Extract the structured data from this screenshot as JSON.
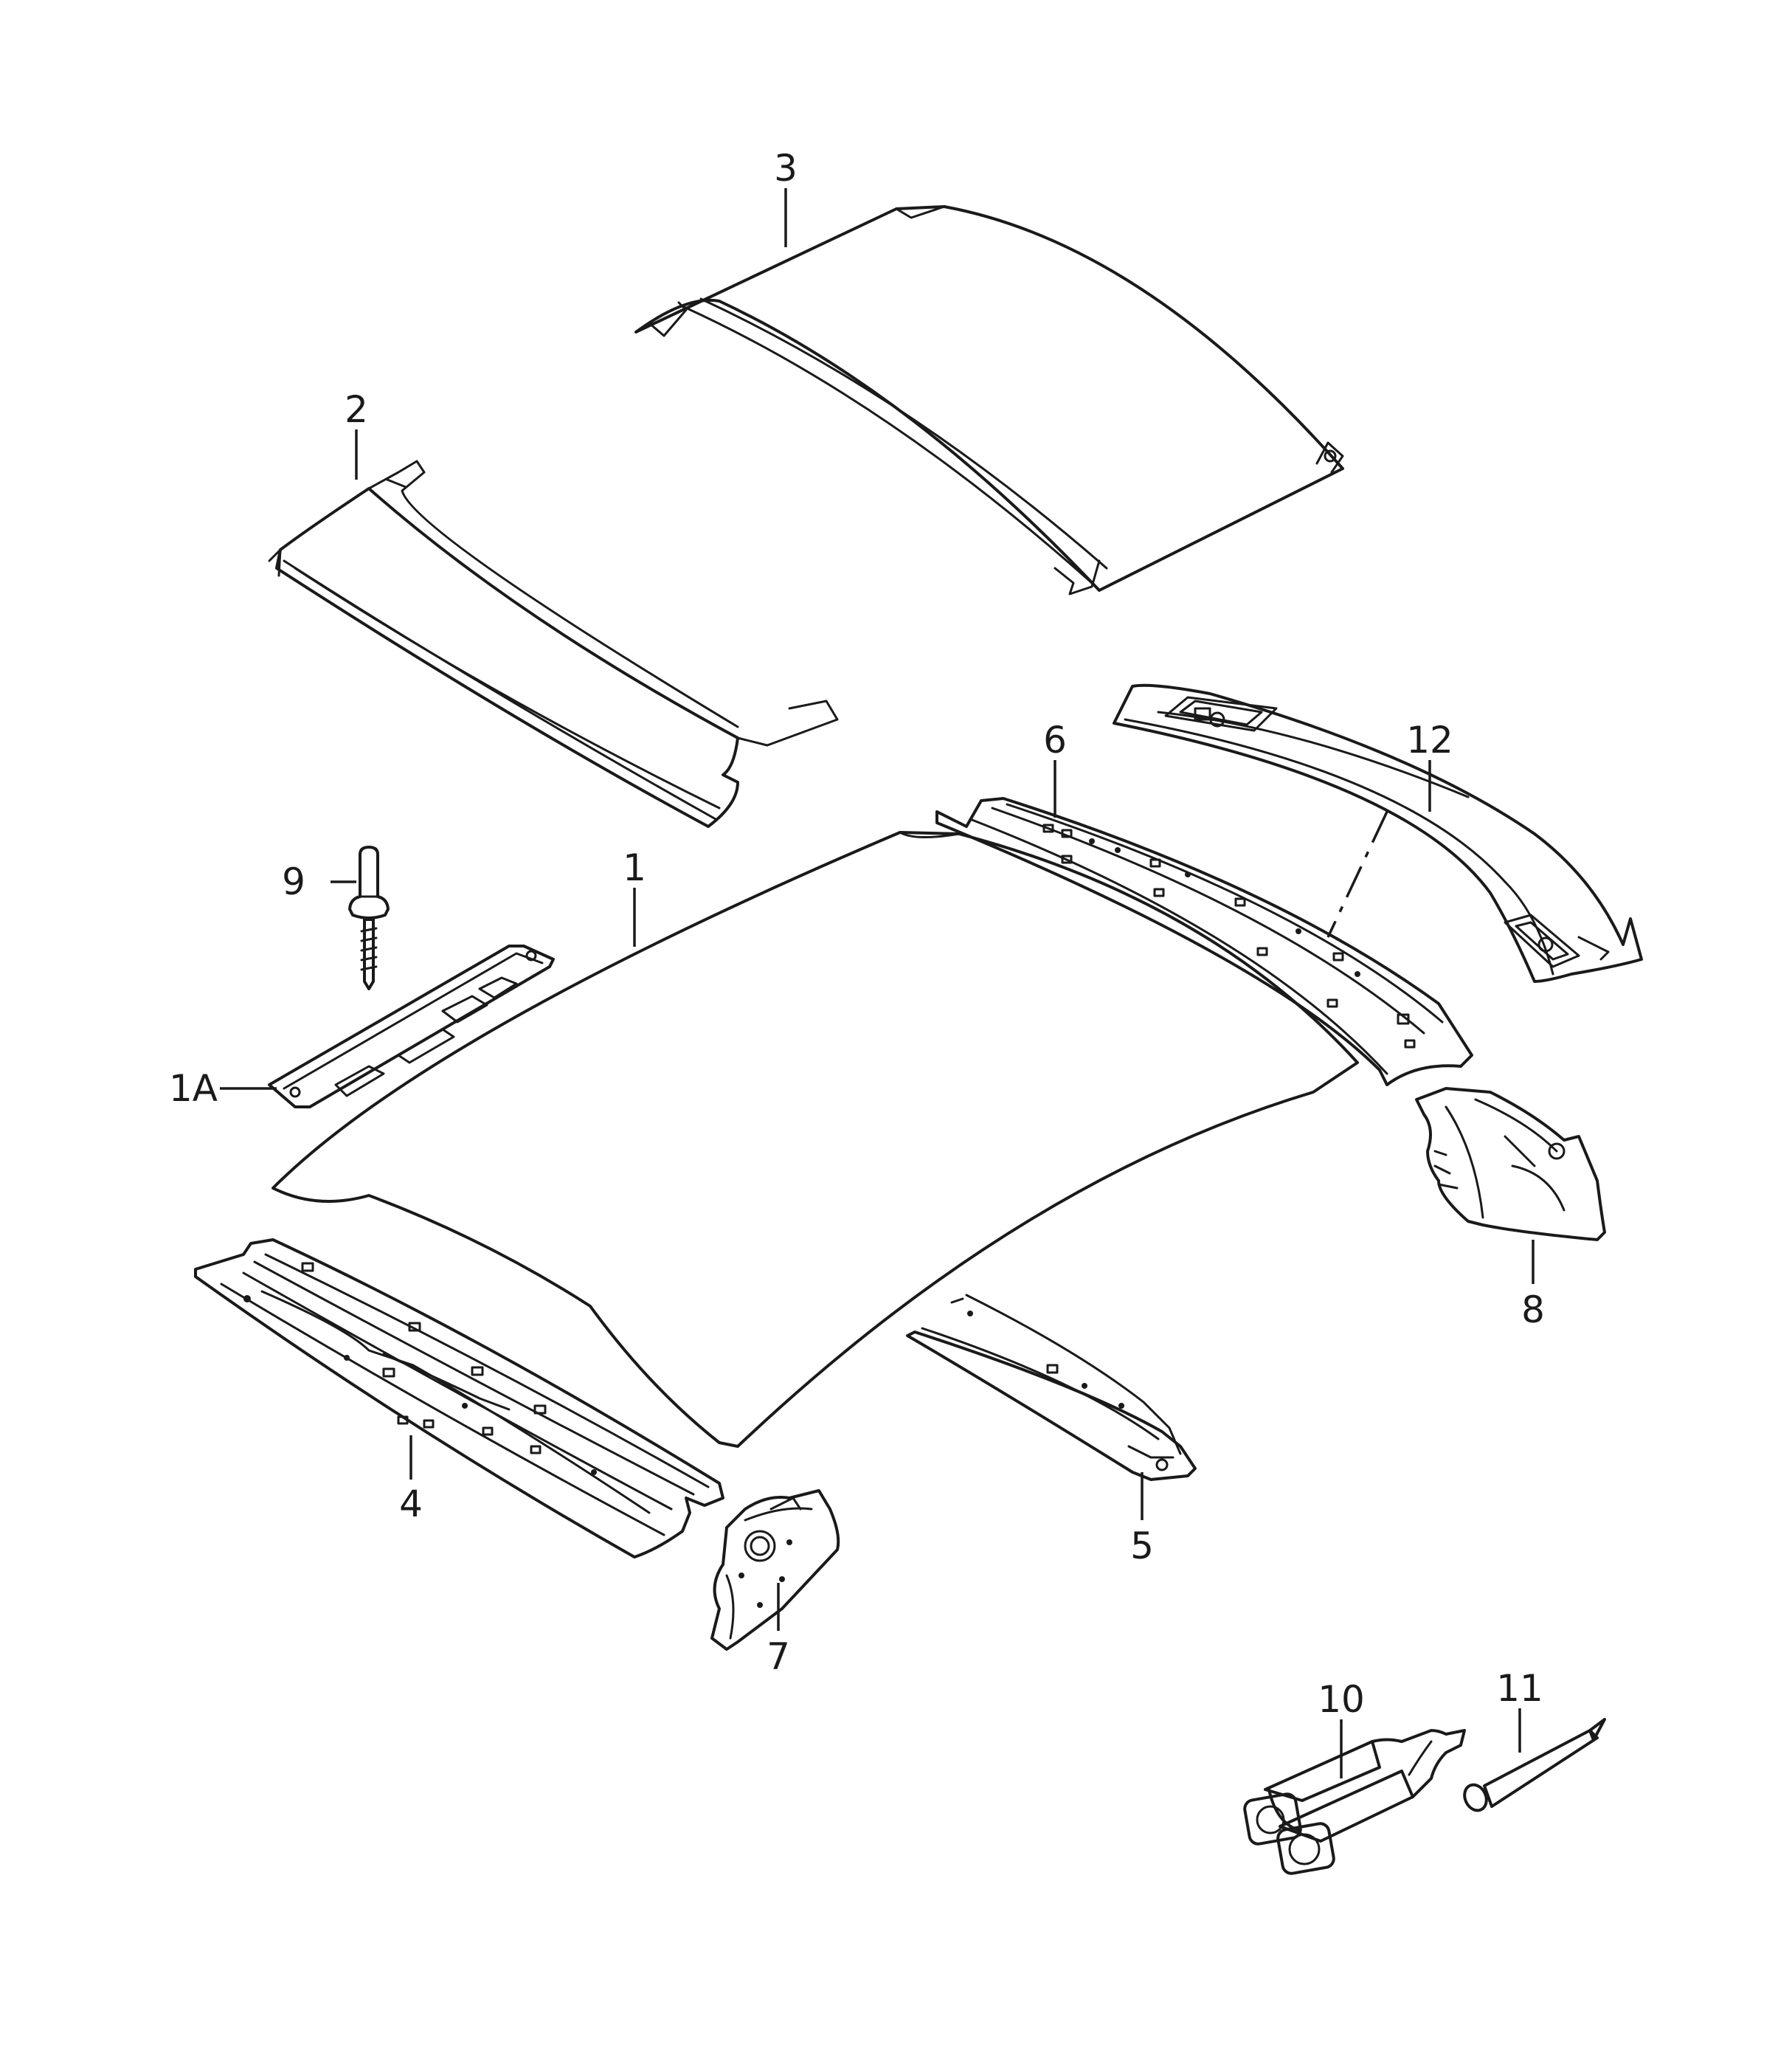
{
  "callouts": [
    {
      "id": "c1",
      "label": "1"
    },
    {
      "id": "c1a",
      "label": "1A"
    },
    {
      "id": "c2",
      "label": "2"
    },
    {
      "id": "c3",
      "label": "3"
    },
    {
      "id": "c4",
      "label": "4"
    },
    {
      "id": "c5",
      "label": "5"
    },
    {
      "id": "c6",
      "label": "6"
    },
    {
      "id": "c7",
      "label": "7"
    },
    {
      "id": "c8",
      "label": "8"
    },
    {
      "id": "c9",
      "label": "9"
    },
    {
      "id": "c10",
      "label": "10"
    },
    {
      "id": "c11",
      "label": "11"
    },
    {
      "id": "c12",
      "label": "12"
    }
  ]
}
